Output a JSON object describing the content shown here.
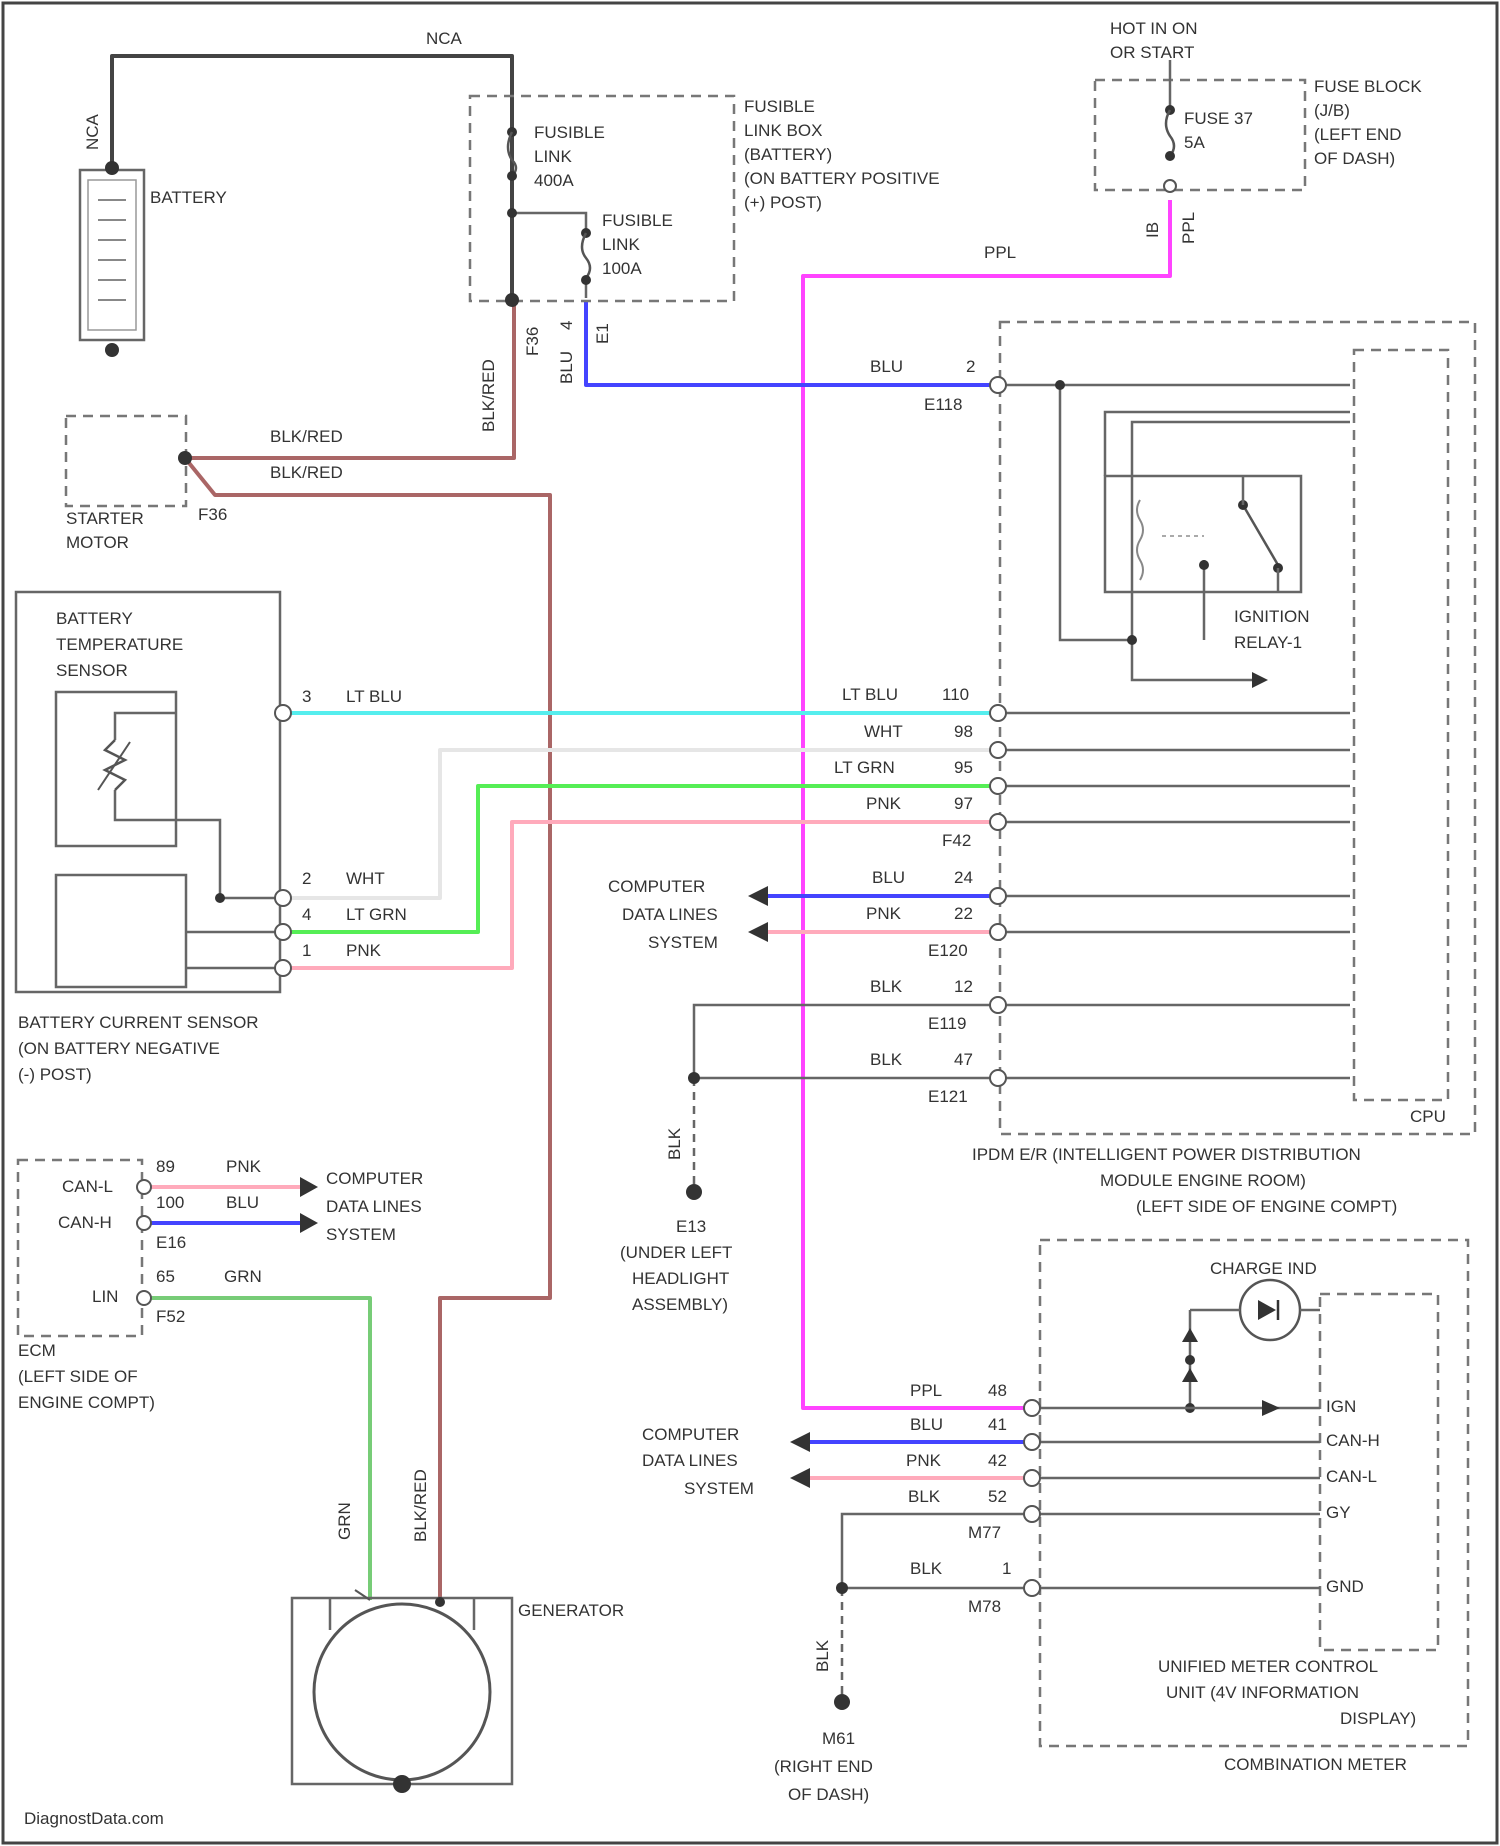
{
  "colors": {
    "black": "#444444",
    "pink_ppl": "#ff44ff",
    "blue": "#4444ff",
    "lt_blu": "#55eeee",
    "white": "#eeeeee",
    "lt_grn": "#55ee55",
    "pnk": "#ffaabb",
    "blk_red": "#aa6666",
    "grn": "#77cc77"
  },
  "battery": {
    "label": "BATTERY",
    "wire": "NCA"
  },
  "top_wire": "NCA",
  "fusible_link_box": {
    "label": [
      "FUSIBLE",
      "LINK BOX",
      "(BATTERY)",
      "(ON BATTERY POSITIVE",
      "(+) POST)"
    ],
    "fl1": [
      "FUSIBLE",
      "LINK",
      "400A"
    ],
    "fl2": [
      "FUSIBLE",
      "LINK",
      "100A"
    ],
    "pin_f36": "F36",
    "pin_e1": "E1",
    "pin_4": "4",
    "blu_wire": "BLU",
    "blk_red_wire": "BLK/RED"
  },
  "fuse_block": {
    "hot": [
      "HOT IN ON",
      "OR START"
    ],
    "fuse": [
      "FUSE 37",
      "5A"
    ],
    "label": [
      "FUSE BLOCK",
      "(J/B)",
      "(LEFT END",
      "OF DASH)"
    ],
    "pin": "IB",
    "ppl_wire": "PPL",
    "ppl_label": "PPL"
  },
  "starter": {
    "label": [
      "STARTER",
      "MOTOR"
    ],
    "pin": "F36",
    "wire1": "BLK/RED",
    "wire2": "BLK/RED"
  },
  "bts": {
    "label": [
      "BATTERY",
      "TEMPERATURE",
      "SENSOR"
    ],
    "bcs_label": [
      "BATTERY CURRENT SENSOR",
      "(ON BATTERY NEGATIVE",
      "(-) POST)"
    ],
    "pins": [
      {
        "pin": "3",
        "wire": "LT BLU"
      },
      {
        "pin": "2",
        "wire": "WHT"
      },
      {
        "pin": "4",
        "wire": "LT GRN"
      },
      {
        "pin": "1",
        "wire": "PNK"
      }
    ]
  },
  "ipdm": {
    "label": [
      "IPDM E/R (INTELLIGENT POWER DISTRIBUTION",
      "MODULE ENGINE ROOM)",
      "(LEFT SIDE OF ENGINE COMPT)"
    ],
    "cpu": "CPU",
    "relay": [
      "IGNITION",
      "RELAY-1"
    ],
    "top": {
      "wire": "BLU",
      "pin": "2",
      "conn": "E118"
    },
    "rows": [
      {
        "wire": "LT BLU",
        "pin": "110"
      },
      {
        "wire": "WHT",
        "pin": "98"
      },
      {
        "wire": "LT GRN",
        "pin": "95"
      },
      {
        "wire": "PNK",
        "pin": "97",
        "conn": "F42"
      },
      {
        "wire": "BLU",
        "pin": "24"
      },
      {
        "wire": "PNK",
        "pin": "22",
        "conn": "E120"
      },
      {
        "wire": "BLK",
        "pin": "12",
        "conn": "E119"
      },
      {
        "wire": "BLK",
        "pin": "47",
        "conn": "E121"
      }
    ]
  },
  "cdl_label": [
    "COMPUTER",
    "DATA LINES",
    "SYSTEM"
  ],
  "ground_e13": {
    "wire": "BLK",
    "label": [
      "E13",
      "(UNDER LEFT",
      "HEADLIGHT",
      "ASSEMBLY)"
    ]
  },
  "ecm": {
    "label": [
      "ECM",
      "(LEFT SIDE OF",
      "ENGINE COMPT)"
    ],
    "pins": [
      {
        "name": "CAN-L",
        "pin": "89",
        "wire": "PNK"
      },
      {
        "name": "CAN-H",
        "pin": "100",
        "wire": "BLU",
        "conn": "E16"
      },
      {
        "name": "LIN",
        "pin": "65",
        "wire": "GRN",
        "conn": "F52"
      }
    ]
  },
  "generator": {
    "label": "GENERATOR",
    "grn": "GRN",
    "blk_red": "BLK/RED"
  },
  "meter": {
    "charge": "CHARGE IND",
    "label": [
      "UNIFIED METER CONTROL",
      "UNIT (4V INFORMATION",
      "DISPLAY)"
    ],
    "combo": "COMBINATION METER",
    "rows": [
      {
        "wire": "PPL",
        "pin": "48",
        "name": "IGN"
      },
      {
        "wire": "BLU",
        "pin": "41",
        "name": "CAN-H"
      },
      {
        "wire": "PNK",
        "pin": "42",
        "name": "CAN-L"
      },
      {
        "wire": "BLK",
        "pin": "52",
        "name": "GY",
        "conn": "M77"
      },
      {
        "wire": "BLK",
        "pin": "1",
        "name": "GND",
        "conn": "M78"
      }
    ]
  },
  "ground_m61": {
    "wire": "BLK",
    "label": [
      "M61",
      "(RIGHT END",
      "OF DASH)"
    ]
  },
  "watermark": "DiagnostData.com"
}
